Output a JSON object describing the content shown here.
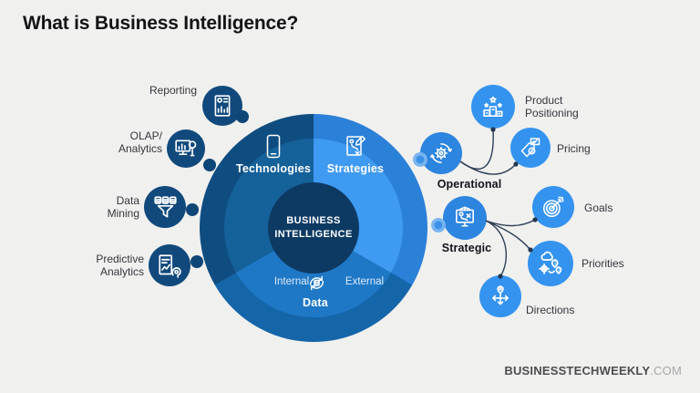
{
  "title": "What is Business Intelligence?",
  "brand": {
    "name": "BUSINESSTECHWEEKLY",
    "tld": ".COM"
  },
  "wheel": {
    "center_label": "BUSINESS\nINTELLIGENCE",
    "segments": {
      "technologies": {
        "label": "Technologies",
        "icon": "smartphone-icon"
      },
      "strategies": {
        "label": "Strategies",
        "icon": "strategy-board-icon"
      },
      "data": {
        "label": "Data",
        "icon": "sync-database-icon",
        "internal": "Internal",
        "external": "External"
      }
    }
  },
  "left_nodes": [
    {
      "label": "Reporting",
      "icon": "report-document-icon"
    },
    {
      "label": "OLAP/\nAnalytics",
      "icon": "olap-analytics-icon"
    },
    {
      "label": "Data\nMining",
      "icon": "data-mining-funnel-icon"
    },
    {
      "label": "Predictive\nAnalytics",
      "icon": "predictive-analytics-icon"
    }
  ],
  "right_groups": [
    {
      "label": "Operational",
      "icon": "operational-gear-icon",
      "children": [
        {
          "label": "Product\nPositioning",
          "icon": "product-positioning-icon"
        },
        {
          "label": "Pricing",
          "icon": "pricing-tag-icon"
        }
      ]
    },
    {
      "label": "Strategic",
      "icon": "strategic-flipchart-icon",
      "children": [
        {
          "label": "Goals",
          "icon": "goals-target-icon"
        },
        {
          "label": "Priorities",
          "icon": "priorities-pins-icon"
        },
        {
          "label": "Directions",
          "icon": "directions-arrows-icon"
        }
      ]
    }
  ],
  "colors": {
    "background": "#f0f0ee",
    "technologies_outer": "#0f4d81",
    "technologies_inner": "#15619a",
    "strategies_outer": "#2b80d8",
    "strategies_inner": "#3f9af2",
    "data_outer": "#1565a9",
    "data_inner": "#1e78c6",
    "center_circle": "#0d3a63",
    "left_node": "#11497c",
    "right_parent": "#2c85df",
    "right_child": "#3493ef",
    "connector": "#2e3f57"
  }
}
